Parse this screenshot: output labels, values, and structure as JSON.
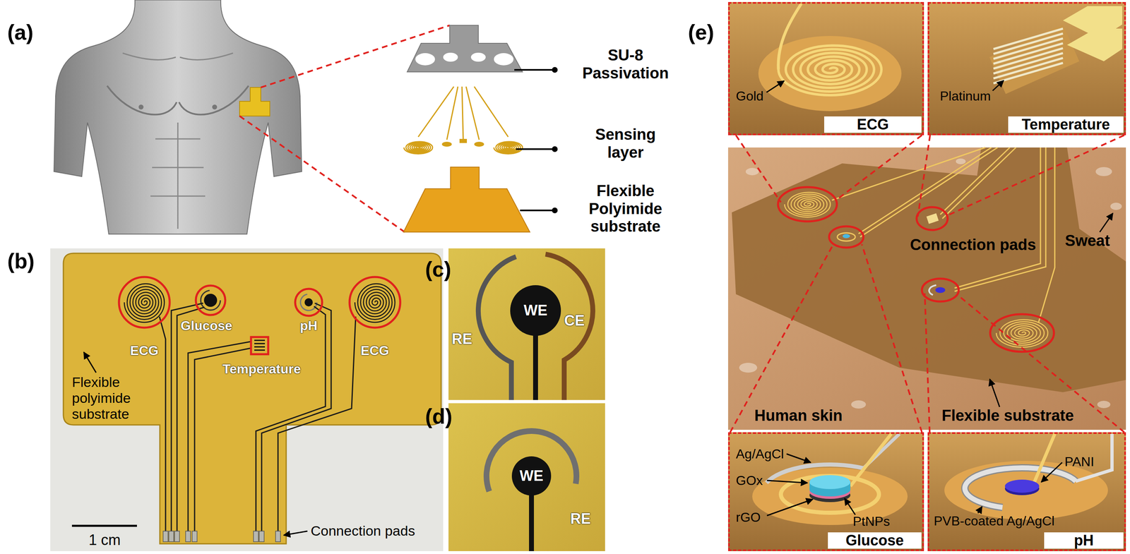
{
  "diagram": {
    "nodes": [
      {
        "text": [
          "Gold",
          "ECG"
        ]
      },
      {
        "text": [
          "Platinum",
          "Temperature"
        ]
      },
      {
        "text": [
          "Ag/AgCl",
          "GOx",
          "rGO",
          "PtNPs",
          "Glucose"
        ]
      },
      {
        "text": [
          "PANI",
          "PVB-coated Ag/AgCl",
          "pH"
        ]
      }
    ],
    "labels": [
      "(a)",
      "SU-8 Passivation",
      "Sensing layer",
      "Flexible Polyimide substrate",
      "(b)",
      "ECG",
      "Glucose",
      "pH",
      "ECG",
      "Temperature",
      "Flexible polyimide substrate",
      "Connection pads",
      "1 cm",
      "(c)",
      "WE",
      "RE",
      "CE",
      "(d)",
      "WE",
      "RE",
      "(e)",
      "Connection pads",
      "Sweat",
      "Human skin",
      "Flexible substrate"
    ]
  }
}
